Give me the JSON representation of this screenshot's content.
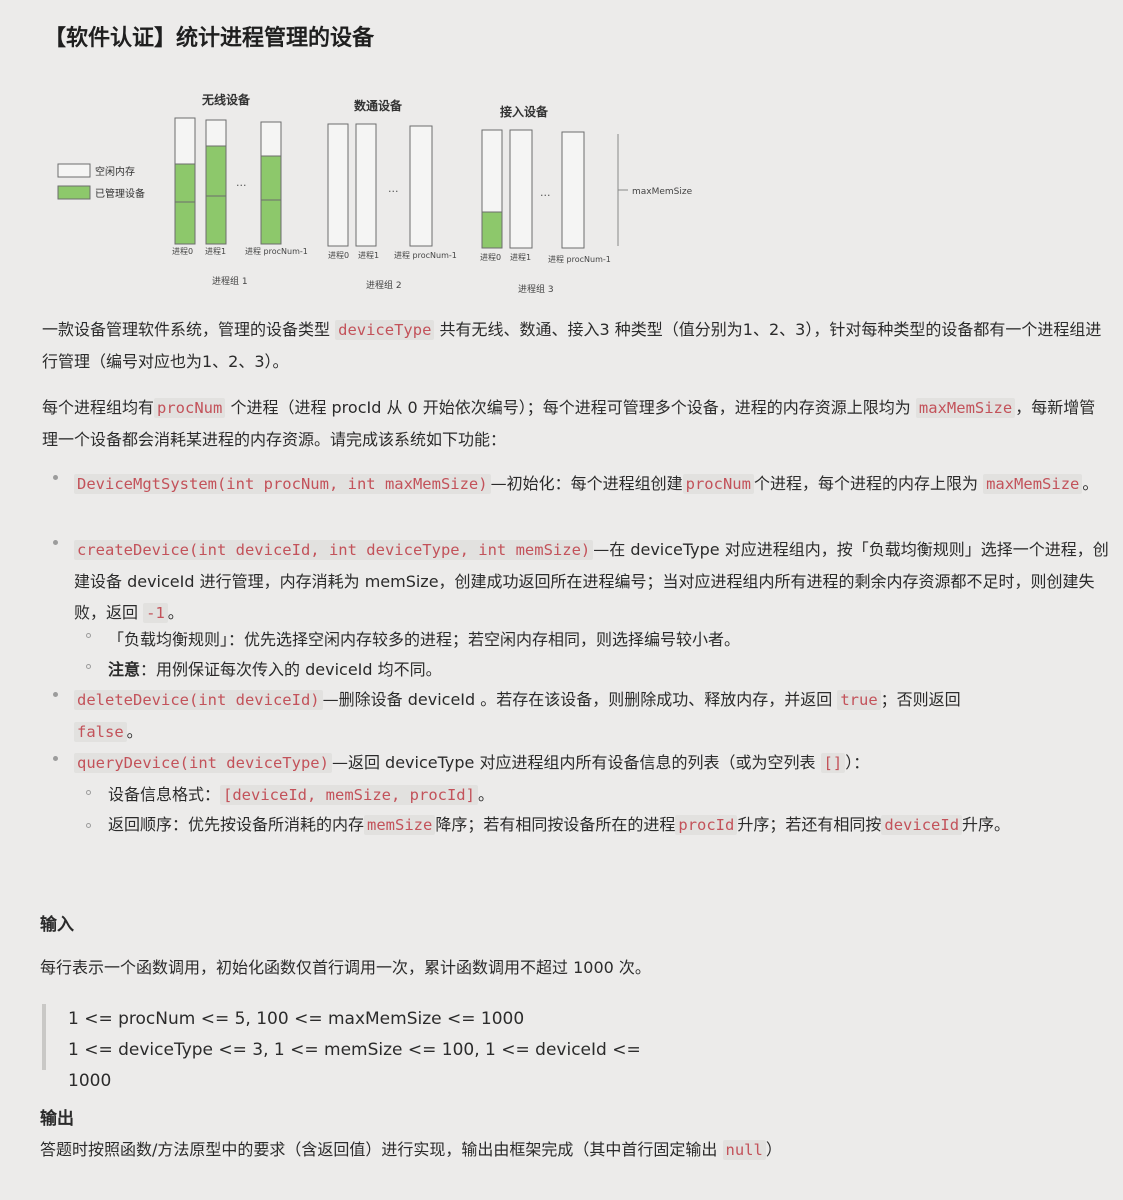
{
  "title": "【软件认证】统计进程管理的设备",
  "diagram": {
    "legend": [
      "空闲内存",
      "已管理设备"
    ],
    "groups": [
      {
        "name": "无线设备",
        "label": "进程组 1",
        "procs": [
          "进程0",
          "进程1",
          "进程 procNum-1"
        ]
      },
      {
        "name": "数通设备",
        "label": "进程组 2",
        "procs": [
          "进程0",
          "进程1",
          "进程 procNum-1"
        ]
      },
      {
        "name": "接入设备",
        "label": "进程组 3",
        "procs": [
          "进程0",
          "进程1",
          "进程 procNum-1"
        ]
      }
    ],
    "ellipsis": "...",
    "max_label": "maxMemSize",
    "colors": {
      "used": "#8dc86b",
      "free": "#f5f5f4",
      "border": "#6d6d6d"
    }
  },
  "p1": {
    "a": "一款设备管理软件系统，管理的设备类型",
    "code": "deviceType",
    "b": "共有无线、数通、接入3 种类型（值分别为1、2、3），针对每种类型的设备都有一个进程组进行管理（编号对应也为1、2、3）。"
  },
  "p2": {
    "a": "每个进程组均有",
    "code1": "procNum",
    "b": "个进程（进程 procId 从 0 开始依次编号）；每个进程可管理多个设备，进程的内存资源上限均为",
    "code2": "maxMemSize",
    "c": "，每新增管理一个设备都会消耗某进程的内存资源。请完成该系统如下功能："
  },
  "items": {
    "init": {
      "code": "DeviceMgtSystem(int procNum, int maxMemSize)",
      "a": "—初始化：每个进程组创建",
      "code2": "procNum",
      "b": "个进程，每个进程的内存上限为",
      "code3": "maxMemSize",
      "c": "。"
    },
    "create": {
      "code": "createDevice(int deviceId, int deviceType, int memSize)",
      "a": "—在 deviceType 对应进程组内，按「负载均衡规则」选择一个进程，创建设备 deviceId 进行管理，内存消耗为 memSize，创建成功返回所在进程编号；当对应进程组内所有进程的剩余内存资源都不足时，则创建失败，返回",
      "code2": "-1",
      "b": "。",
      "sub1": "「负载均衡规则」：优先选择空闲内存较多的进程；若空闲内存相同，则选择编号较小者。",
      "sub2_bold": "注意",
      "sub2": "：用例保证每次传入的 deviceId 均不同。"
    },
    "delete": {
      "code": "deleteDevice(int deviceId)",
      "a": "—删除设备 deviceId 。若存在该设备，则删除成功、释放内存，并返回",
      "code2": "true",
      "b": "；否则返回",
      "code3": "false",
      "c": "。"
    },
    "query": {
      "code": "queryDevice(int deviceType)",
      "a": "—返回 deviceType 对应进程组内所有设备信息的列表（或为空列表",
      "code2": "[]",
      "b": "）：",
      "sub1_a": "设备信息格式：",
      "sub1_code": "[deviceId, memSize, procId]",
      "sub1_b": "。",
      "sub2_a": "返回顺序：优先按设备所消耗的内存",
      "sub2_code": "memSize",
      "sub2_b": "降序；若有相同按设备所在的进程",
      "sub2_code2": "procId",
      "sub2_c": "升序；若还有相同按",
      "sub2_code3": "deviceId",
      "sub2_d": "升序。"
    }
  },
  "input": {
    "heading": "输入",
    "desc": "每行表示一个函数调用，初始化函数仅首行调用一次，累计函数调用不超过 1000 次。",
    "line1": "1 <= procNum <= 5, 100 <= maxMemSize <= 1000",
    "line2": "1 <= deviceType <= 3, 1 <= memSize <= 100, 1 <= deviceId <= 1000"
  },
  "output": {
    "heading": "输出",
    "desc": "答题时按照函数/方法原型中的要求（含返回值）进行实现，输出由框架完成（其中首行固定输出",
    "code": "null",
    "end": "）"
  }
}
